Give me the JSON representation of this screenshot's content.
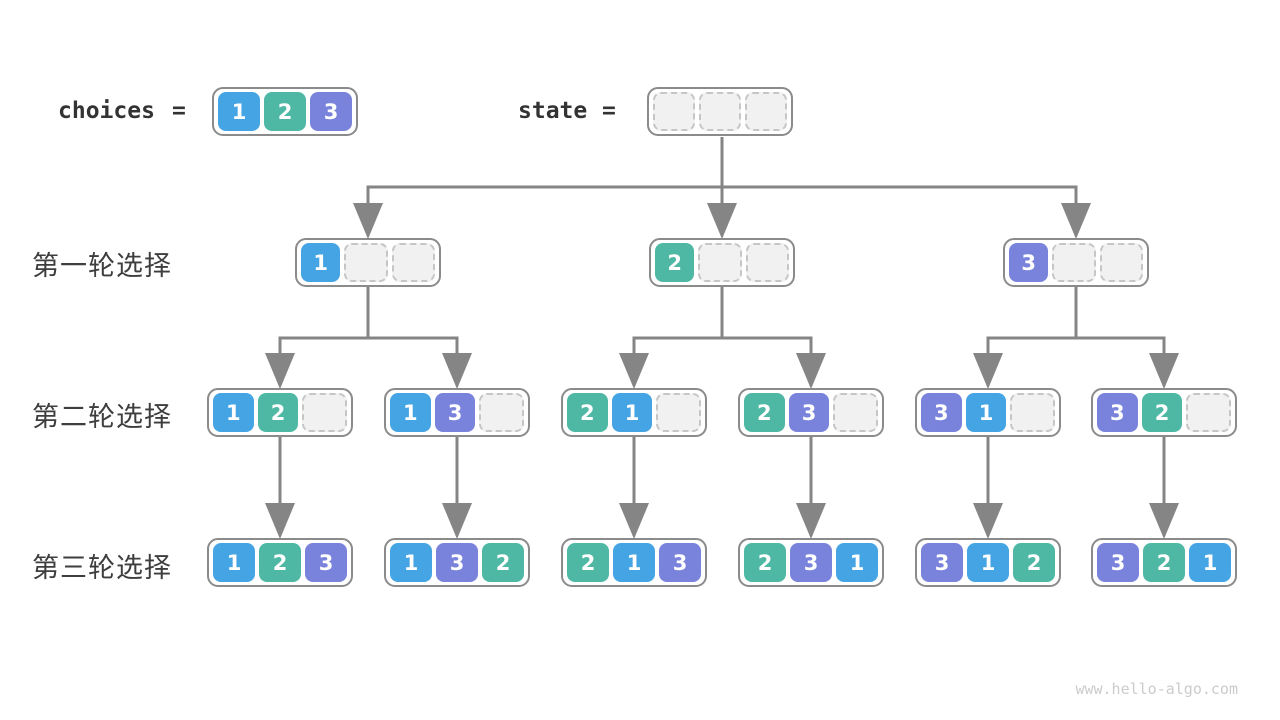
{
  "header": {
    "choices": {
      "label": "choices",
      "equals": "=",
      "cells": [
        "1",
        "2",
        "3"
      ]
    },
    "state": {
      "label": "state",
      "equals": "=",
      "cells": [
        "",
        "",
        ""
      ]
    }
  },
  "rows": [
    {
      "label": "第一轮选择",
      "states": [
        [
          "1",
          "",
          ""
        ],
        [
          "2",
          "",
          ""
        ],
        [
          "3",
          "",
          ""
        ]
      ]
    },
    {
      "label": "第二轮选择",
      "states": [
        [
          "1",
          "2",
          ""
        ],
        [
          "1",
          "3",
          ""
        ],
        [
          "2",
          "1",
          ""
        ],
        [
          "2",
          "3",
          ""
        ],
        [
          "3",
          "1",
          ""
        ],
        [
          "3",
          "2",
          ""
        ]
      ]
    },
    {
      "label": "第三轮选择",
      "states": [
        [
          "1",
          "2",
          "3"
        ],
        [
          "1",
          "3",
          "2"
        ],
        [
          "2",
          "1",
          "3"
        ],
        [
          "2",
          "3",
          "1"
        ],
        [
          "3",
          "1",
          "2"
        ],
        [
          "3",
          "2",
          "1"
        ]
      ]
    }
  ],
  "colors": {
    "1": "#45a4e4",
    "2": "#4fb8a5",
    "3": "#7a83dc",
    "empty_fill": "#f1f1f1",
    "empty_border": "#c6c6c6",
    "box_border": "#8b8b8b",
    "line": "#858585"
  },
  "watermark": "www.hello-algo.com"
}
